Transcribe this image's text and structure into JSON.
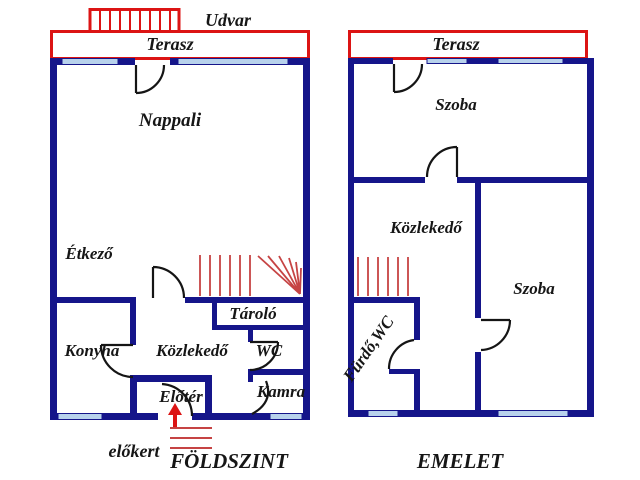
{
  "colors": {
    "wall": "#15158a",
    "window_glass": "#b8d2ec",
    "terrace_red": "#dc1414",
    "stair_red": "#c64444",
    "door_line": "#151515",
    "label_text": "#161616",
    "background": "#ffffff"
  },
  "ground_floor": {
    "title": "FÖLDSZINT",
    "outdoor": {
      "udvar": "Udvar",
      "terasz": "Terasz",
      "elokert": "előkert"
    },
    "rooms": {
      "nappali": "Nappali",
      "etkezo": "Étkező",
      "konyha": "Konyha",
      "kozlekedo": "Közlekedő",
      "tarolo": "Tároló",
      "wc": "WC",
      "kamra": "Kamra",
      "eloter": "Előtér"
    }
  },
  "upper_floor": {
    "title": "EMELET",
    "outdoor": {
      "terasz": "Terasz"
    },
    "rooms": {
      "szoba_front": "Szoba",
      "kozlekedo": "Közlekedő",
      "szoba_back": "Szoba",
      "furdo_wc": "Fürdő,WC"
    }
  }
}
